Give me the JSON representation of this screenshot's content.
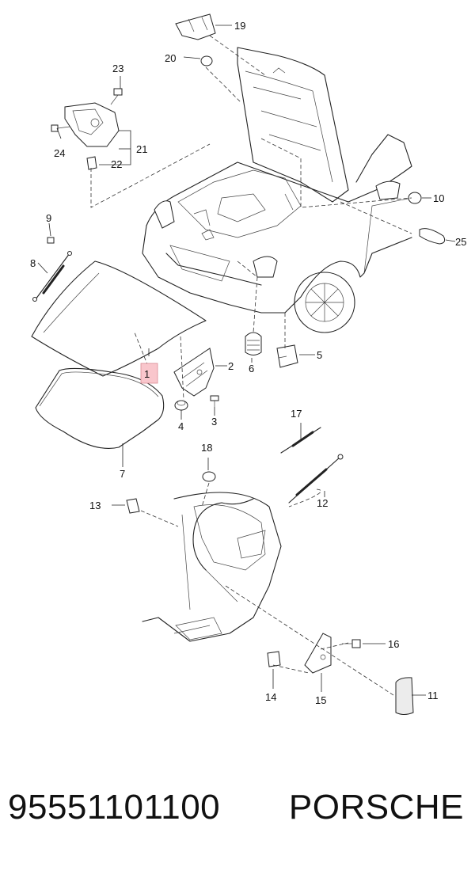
{
  "footer": {
    "part_number": "95551101100",
    "brand": "PORSCHE"
  },
  "highlight_color": "#f9c6cc",
  "callouts": {
    "c1": "1",
    "c2": "2",
    "c3": "3",
    "c4": "4",
    "c5": "5",
    "c6": "6",
    "c7": "7",
    "c8": "8",
    "c9": "9",
    "c10": "10",
    "c11": "11",
    "c12": "12",
    "c13": "13",
    "c14": "14",
    "c15": "15",
    "c16": "16",
    "c17": "17",
    "c18": "18",
    "c19": "19",
    "c20": "20",
    "c21": "21",
    "c22": "22",
    "c23": "23",
    "c24": "24",
    "c25": "25"
  }
}
